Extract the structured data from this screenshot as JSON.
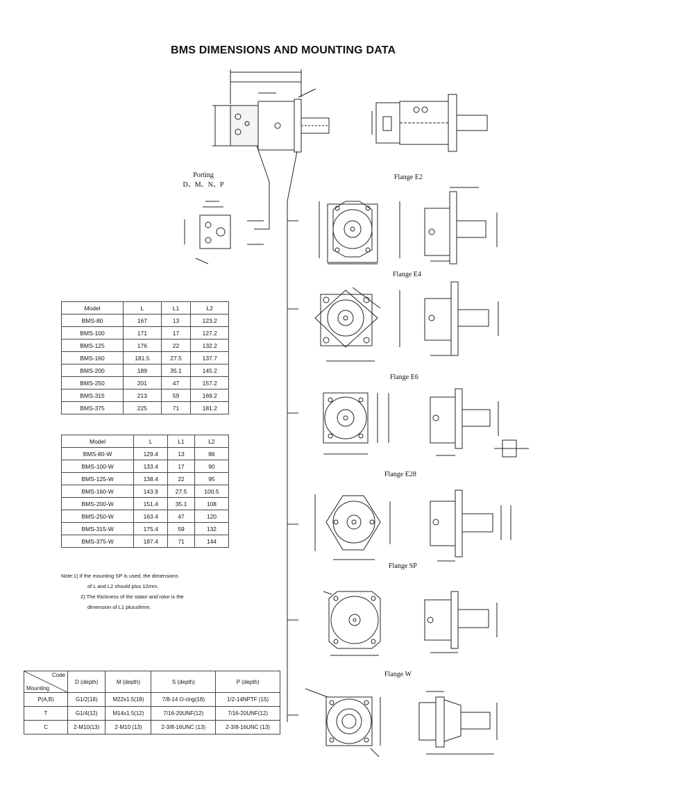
{
  "title": "BMS DIMENSIONS AND MOUNTING DATA",
  "porting": {
    "label": "Porting",
    "codes": "D、M、N、P"
  },
  "flanges": [
    "Flange E2",
    "Flange E4",
    "Flange E6",
    "Flange E28",
    "Flange SP",
    "Flange W"
  ],
  "table_standard": {
    "headers": [
      "Model",
      "L",
      "L1",
      "L2"
    ],
    "rows": [
      [
        "BMS-80",
        "167",
        "13",
        "123.2"
      ],
      [
        "BMS-100",
        "171",
        "17",
        "127.2"
      ],
      [
        "BMS-125",
        "176",
        "22",
        "132.2"
      ],
      [
        "BMS-160",
        "181.5",
        "27.5",
        "137.7"
      ],
      [
        "BMS-200",
        "189",
        "35.1",
        "145.2"
      ],
      [
        "BMS-250",
        "201",
        "47",
        "157.2"
      ],
      [
        "BMS-315",
        "213",
        "59",
        "169.2"
      ],
      [
        "BMS-375",
        "225",
        "71",
        "181.2"
      ]
    ]
  },
  "table_w": {
    "headers": [
      "Model",
      "L",
      "L1",
      "L2"
    ],
    "rows": [
      [
        "BMS-80-W",
        "129.4",
        "13",
        "86"
      ],
      [
        "BMS-100-W",
        "133.4",
        "17",
        "90"
      ],
      [
        "BMS-125-W",
        "138.4",
        "22",
        "95"
      ],
      [
        "BMS-160-W",
        "143.9",
        "27.5",
        "100.5"
      ],
      [
        "BMS-200-W",
        "151.4",
        "35.1",
        "108"
      ],
      [
        "BMS-250-W",
        "163.4",
        "47",
        "120"
      ],
      [
        "BMS-315-W",
        "175.4",
        "59",
        "132"
      ],
      [
        "BMS-375-W",
        "187.4",
        "71",
        "144"
      ]
    ]
  },
  "notes": [
    "Note:1) If the mounting SP is used, the dimensions",
    "of L and L2 should plus 12mm.",
    "2) The thickness of the stator and rotor is the",
    "dimension of L1 plus±8mm."
  ],
  "table_ports": {
    "corner_top": "Code",
    "corner_bottom": "Mounting",
    "headers": [
      "D (depth)",
      "M (depth)",
      "S (depth)",
      "P (depth)"
    ],
    "rows": [
      [
        "P(A,B)",
        "G1/2(18)",
        "M22x1.5(18)",
        "7/8-14 O-ring(18)",
        "1/2-14NPTF (15)"
      ],
      [
        "T",
        "G1/4(12)",
        "M14x1.5(12)",
        "7/16-20UNF(12)",
        "7/16-20UNF(12)"
      ],
      [
        "C",
        "2-M10(13)",
        "2-M10 (13)",
        "2-3/8-16UNC (13)",
        "2-3/8-16UNC (13)"
      ]
    ]
  }
}
